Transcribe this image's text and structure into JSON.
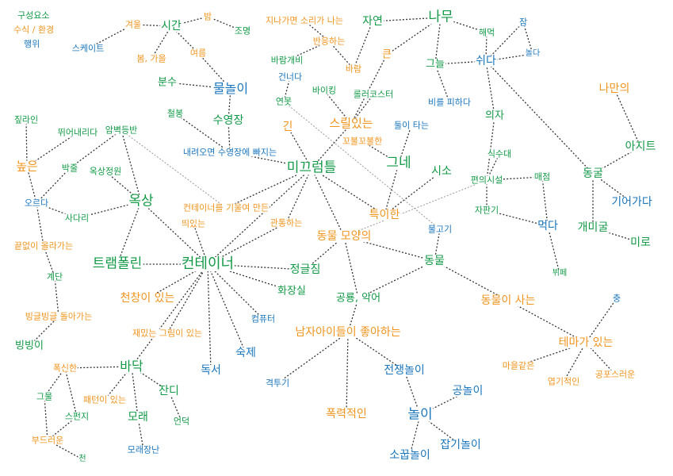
{
  "legend": {
    "components": "구성요소",
    "attribute": "수식 / 환경",
    "action": "행위"
  },
  "colors": {
    "component": "#129a47",
    "attribute": "#f0941e",
    "action": "#1a76bd",
    "edge": "#333333",
    "edge_faint": "#999999"
  },
  "words": {
    "container": "컨테이너",
    "mikkeurum": "미끄럼틀",
    "oksang": "옥상",
    "trampoline": "트램폴린",
    "cheonchang": "천창이 있는",
    "badak": "바닥",
    "mulnori": "물놀이",
    "suyeongjang": "수영장",
    "bunsu": "분수",
    "sigan": "시간",
    "bam": "밤",
    "jomyeong": "조명",
    "gyeoul": "겨울",
    "skate": "스케이트",
    "yeoreum": "여름",
    "bom_gaeul": "봄, 가을",
    "namu": "나무",
    "jayeon": "자연",
    "swida": "쉬다",
    "geuneul": "그늘",
    "jang": "잠",
    "nolda": "놀다",
    "haemeok": "해먹",
    "bi": "비를 피하다",
    "uija": "의자",
    "keun": "큰",
    "rollercoaster": "롤러코스터",
    "viking": "바이킹",
    "seuril": "스릴있는",
    "jinagal": "지나가면 소리가 나는",
    "baneung": "반응하는",
    "baram": "바람",
    "baramgaebi": "바람개비",
    "geonneoda": "건너다",
    "yeonmot": "연못",
    "geunne": "그네",
    "dul": "둘이 타는",
    "kkobul": "꼬불꼬불한",
    "sisso": "시소",
    "teugi": "특이한",
    "gin": "긴",
    "cheolbong": "철봉",
    "naeryeo": "내려오면 수영장에 빠지는",
    "gwaltong": "관통하는",
    "giullyeo": "컨테이너를 기울여 만든",
    "ttuin": "띄있는",
    "dongmul_moyang": "동물 모양의",
    "jeonggeul": "정글짐",
    "hwajang": "화장실",
    "gongryong": "공룡, 악어",
    "dongmul": "동물",
    "mulgogi": "물고기",
    "dongmul_saneun": "동물이 사는",
    "computer": "컴퓨터",
    "sukje": "숙제",
    "dokseo": "독서",
    "jaemi": "재밌는 그림이 있는",
    "namja": "남자아이들이 좋아하는",
    "jeonjaeng": "전쟁놀이",
    "gyeoktugi": "격투기",
    "pongnyeok": "폭력적인",
    "nori": "놀이",
    "gongnori": "공놀이",
    "jabgi": "잡기놀이",
    "sokkup": "소꿉놀이",
    "pyeonui": "편의시설",
    "siksudae": "식수대",
    "maejeom": "매점",
    "japangi": "자판기",
    "meokda": "먹다",
    "buffet": "뷔페",
    "naman": "나만의",
    "ajiteu": "아지트",
    "donggul": "동굴",
    "gieo": "기어가다",
    "gaemi": "개미굴",
    "miro": "미로",
    "tema": "테마가 있는",
    "chung": "충",
    "maeul": "마을같은",
    "yeopgi": "엽기적인",
    "gongpo": "공포스러운",
    "japrain": "짚라인",
    "ttwieo": "뛰어내리다",
    "nopeun": "높은",
    "bakjul": "박줄",
    "orda": "오르다",
    "sadari": "사다리",
    "apbyeok": "암벽등반",
    "okjeongwon": "옥상정원",
    "kkeut": "끝없이 올라가는",
    "gyedan": "계단",
    "binggeul": "빙글빙글 돌아가는",
    "bingbing": "빙빙이",
    "poksin": "폭신한",
    "geumul": "그물",
    "sponge": "스펀지",
    "budeureo": "부드러운",
    "cheon": "천",
    "paeteon": "패턴이 있는",
    "morae": "모래",
    "moraejangnan": "모래장난",
    "jandi": "잔디",
    "eondeok": "언덕"
  }
}
